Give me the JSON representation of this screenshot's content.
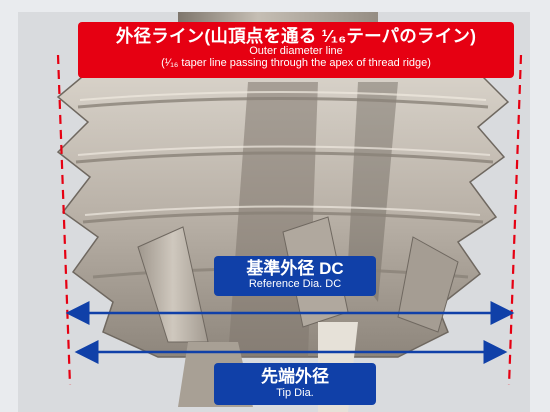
{
  "outer_label": {
    "jp": "外径ライン(山頂点を通る ¹⁄₁₆テーパのライン)",
    "en_line1": "Outer diameter line",
    "en_line2": "(¹⁄₁₆ taper line passing through the apex of thread ridge)"
  },
  "reference_label": {
    "jp": "基準外径 DC",
    "en": "Reference Dia. DC"
  },
  "tip_label": {
    "jp": "先端外径",
    "en": "Tip Dia."
  },
  "colors": {
    "background": "#e9ebee",
    "red_accent": "#e60012",
    "blue_accent": "#1040a8",
    "metal_light": "#c9c2b8",
    "metal_dark": "#6f6860"
  }
}
